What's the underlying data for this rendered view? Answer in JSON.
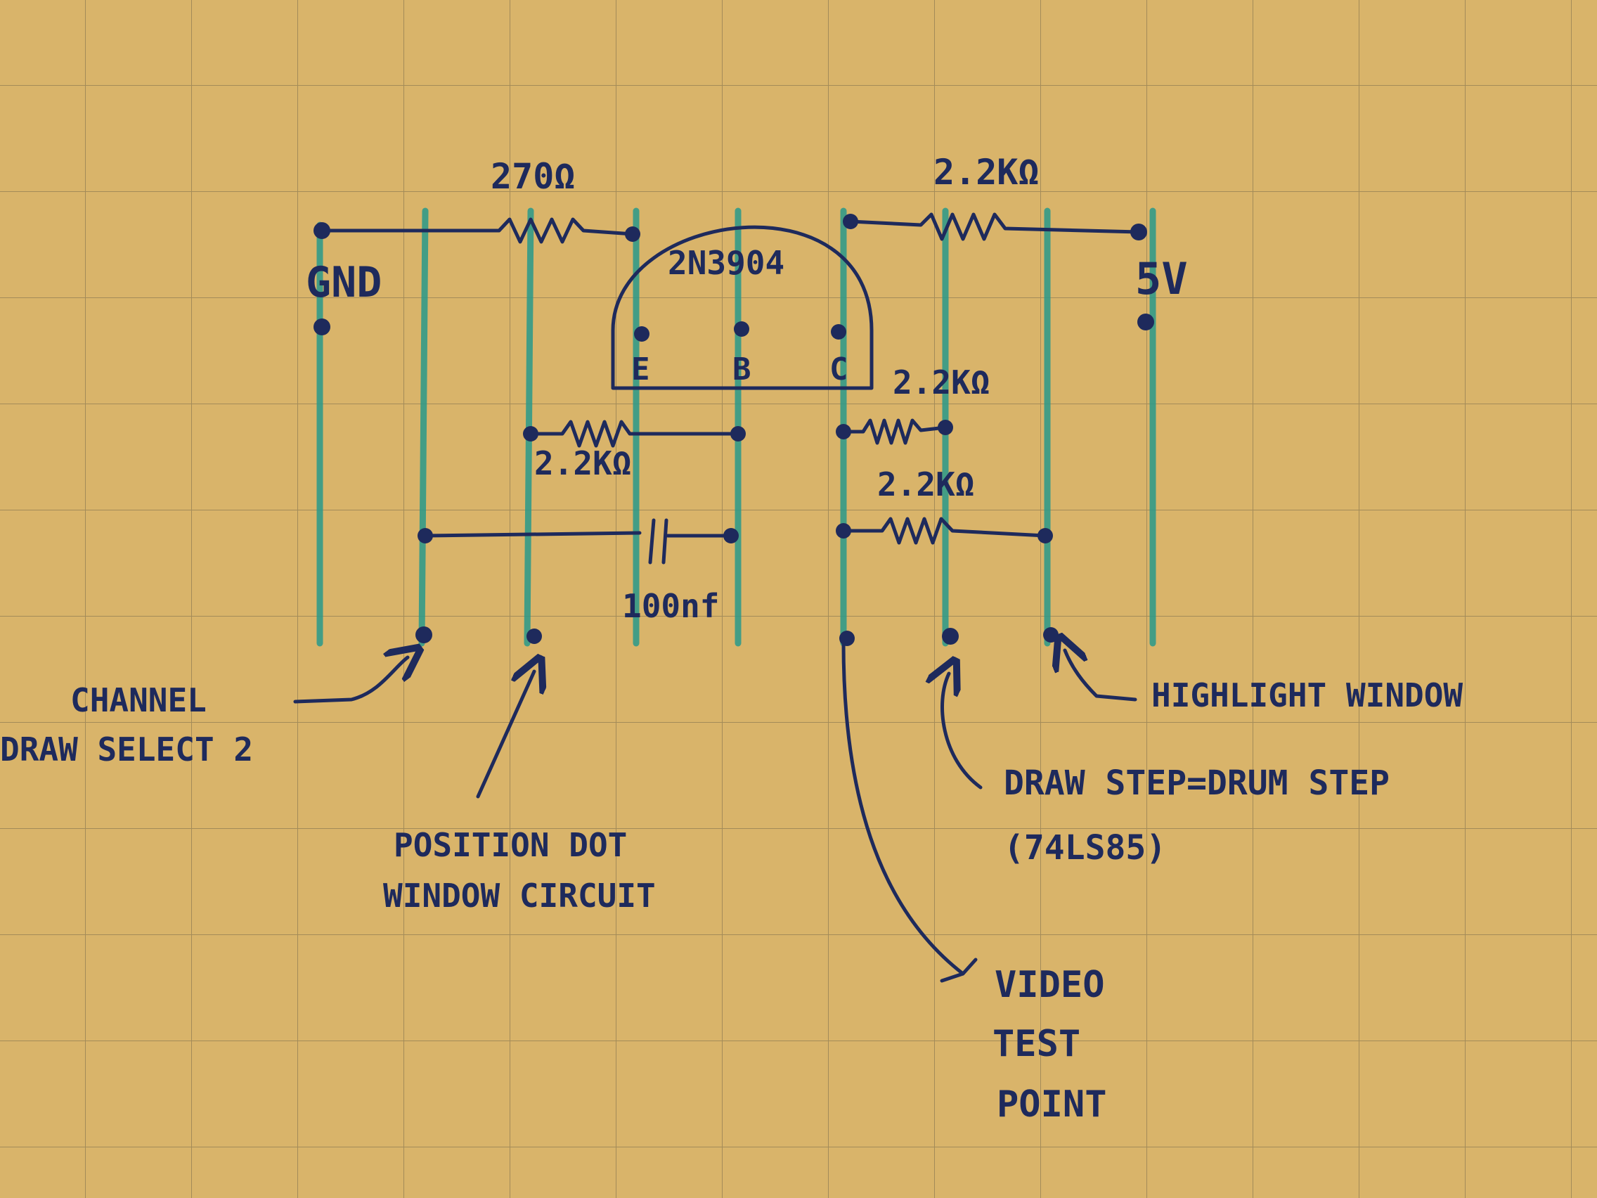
{
  "colors": {
    "paper": "#d9b46a",
    "grid": "#8c7a52",
    "ink": "#1e2a5c",
    "strip": "#2a9a8a"
  },
  "labels": {
    "r_top_left": "270Ω",
    "r_top_right": "2.2KΩ",
    "transistor": "2N3904",
    "pin_e": "E",
    "pin_b": "B",
    "pin_c": "C",
    "gnd": "GND",
    "vcc": "5V",
    "r_mid_left": "2.2KΩ",
    "r_mid_right_upper": "2.2KΩ",
    "r_mid_right_lower": "2.2KΩ",
    "cap": "100nf",
    "channel_1": "CHANNEL",
    "channel_2": "DRAW SELECT 2",
    "position_1": "POSITION DOT",
    "position_2": "WINDOW CIRCUIT",
    "highlight": "HIGHLIGHT WINDOW",
    "drawstep_1": "DRAW STEP=DRUM STEP",
    "drawstep_2": "(74LS85)",
    "video_1": "VIDEO",
    "video_2": "TEST",
    "video_3": "POINT"
  }
}
